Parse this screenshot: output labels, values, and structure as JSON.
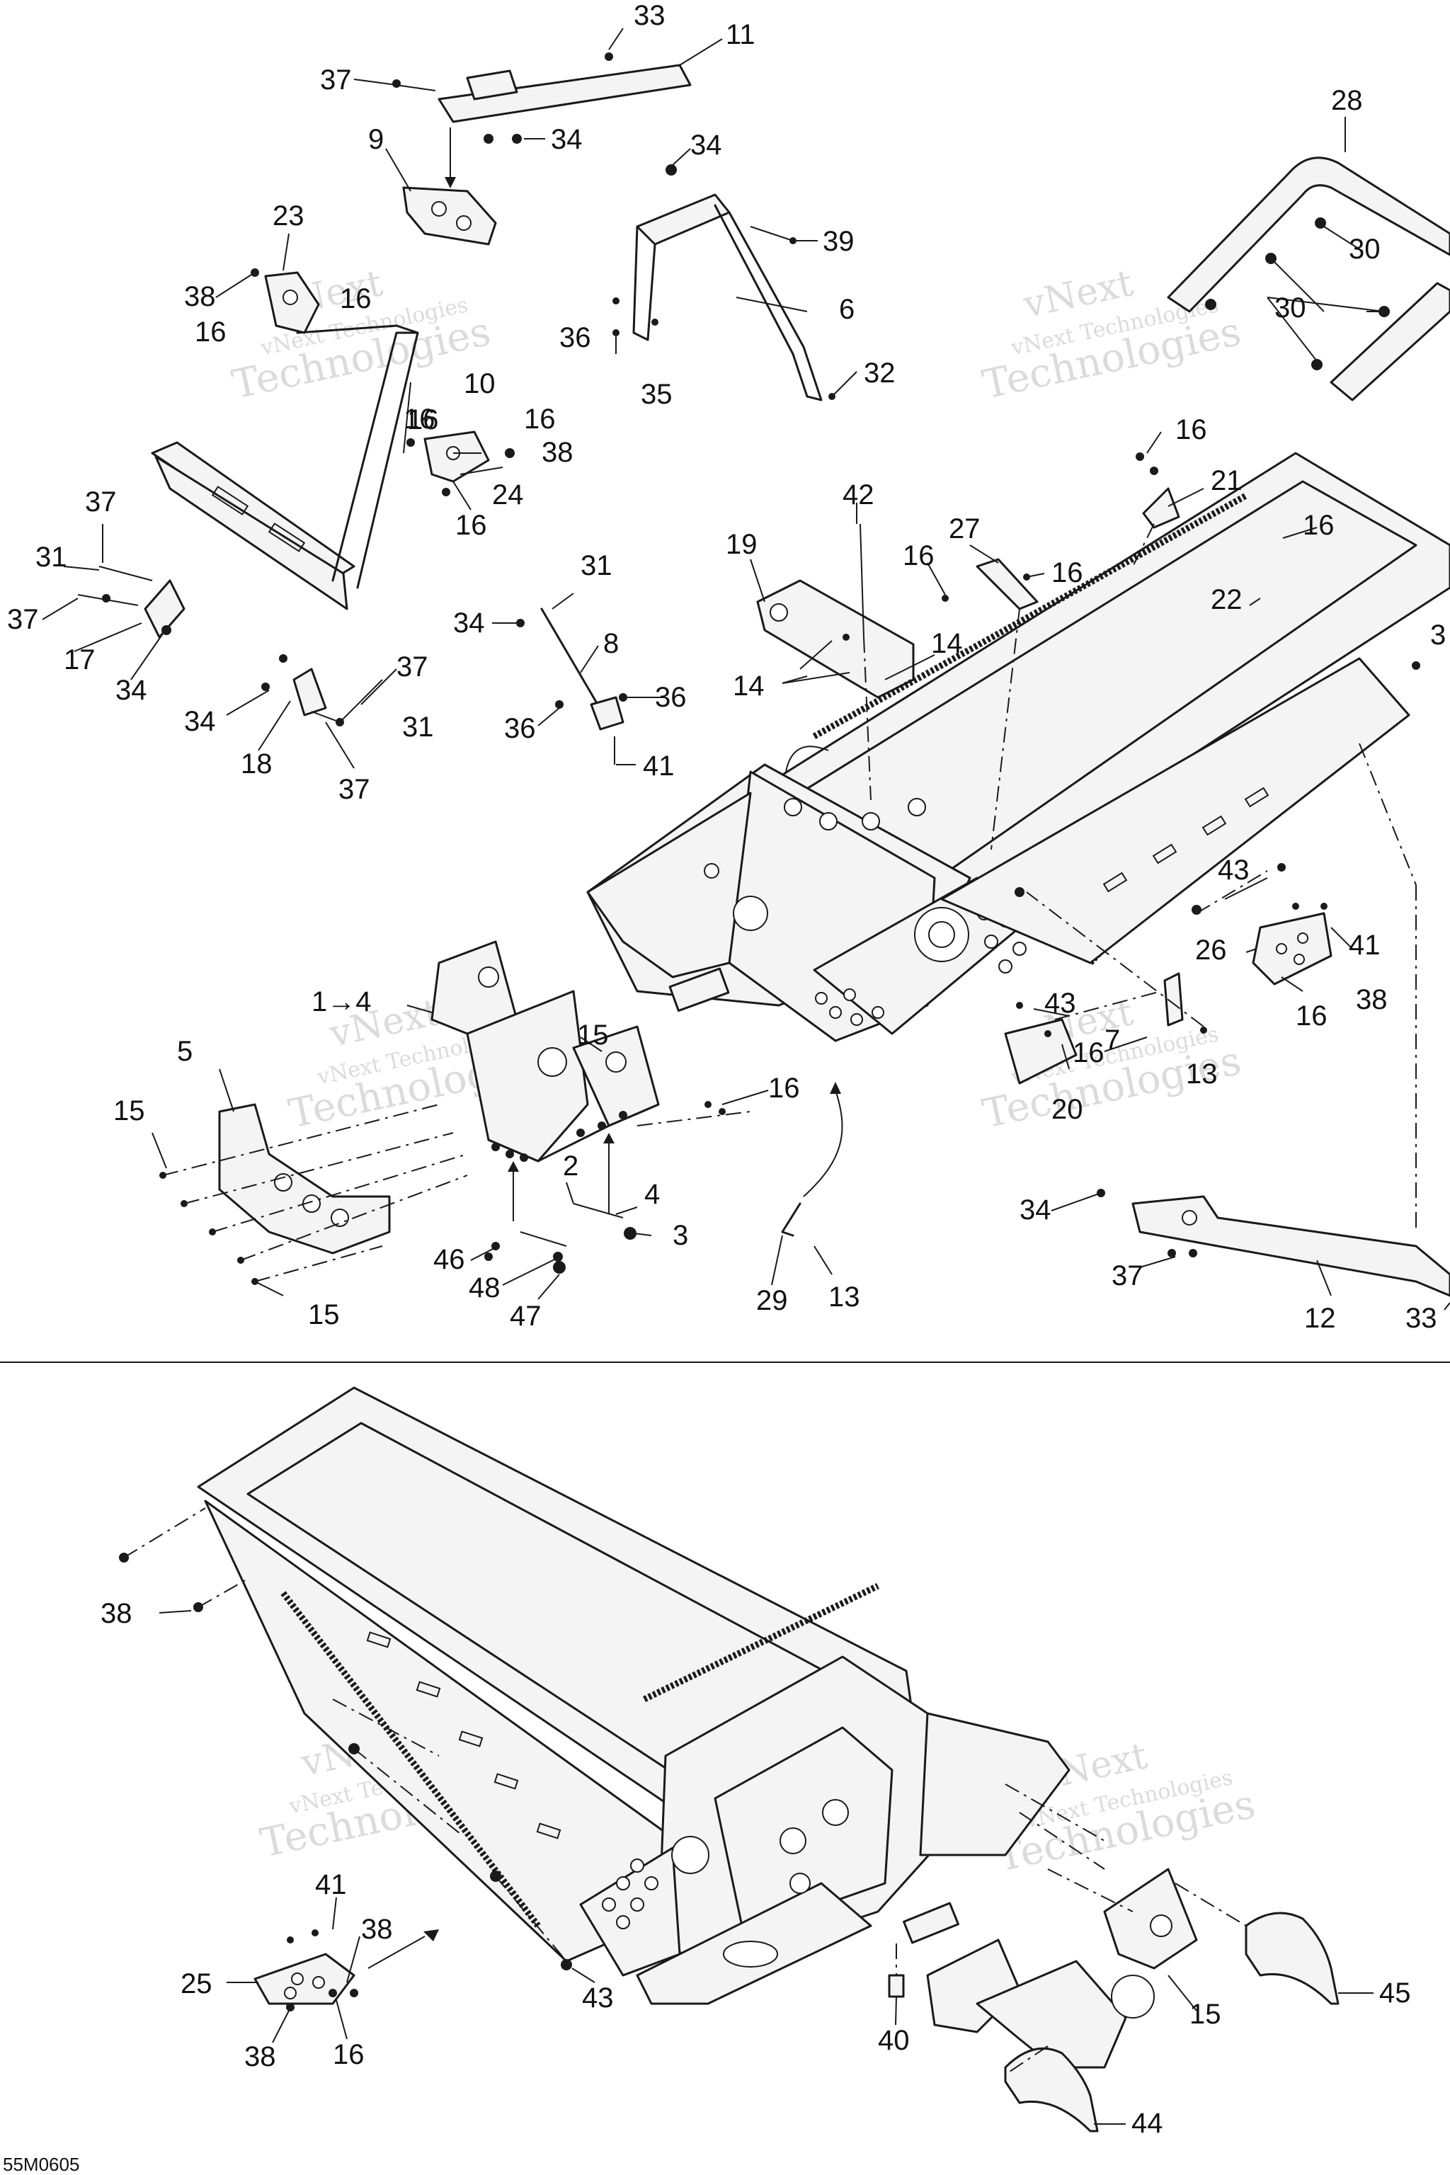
{
  "diagram": {
    "watermark_line1": "vNext",
    "watermark_line2": "vNext Technologies",
    "watermark_line3": "Technologies",
    "drawing_code": "55M0605",
    "callouts": [
      "33",
      "11",
      "37",
      "34",
      "9",
      "34",
      "39",
      "28",
      "23",
      "38",
      "16",
      "16",
      "16",
      "10",
      "36",
      "6",
      "35",
      "32",
      "30",
      "30",
      "16",
      "16",
      "38",
      "24",
      "16",
      "16",
      "21",
      "42",
      "27",
      "16",
      "16",
      "19",
      "22",
      "16",
      "37",
      "31",
      "31",
      "37",
      "34",
      "17",
      "34",
      "8",
      "14",
      "14",
      "3",
      "37",
      "34",
      "31",
      "18",
      "37",
      "36",
      "36",
      "41",
      "43",
      "26",
      "41",
      "1→4",
      "43",
      "38",
      "16",
      "15",
      "16",
      "5",
      "7",
      "13",
      "15",
      "16",
      "20",
      "2",
      "4",
      "34",
      "3",
      "46",
      "48",
      "47",
      "29",
      "13",
      "37",
      "12",
      "15",
      "33",
      "38",
      "41",
      "38",
      "25",
      "38",
      "16",
      "43",
      "40",
      "15",
      "45",
      "44"
    ]
  }
}
